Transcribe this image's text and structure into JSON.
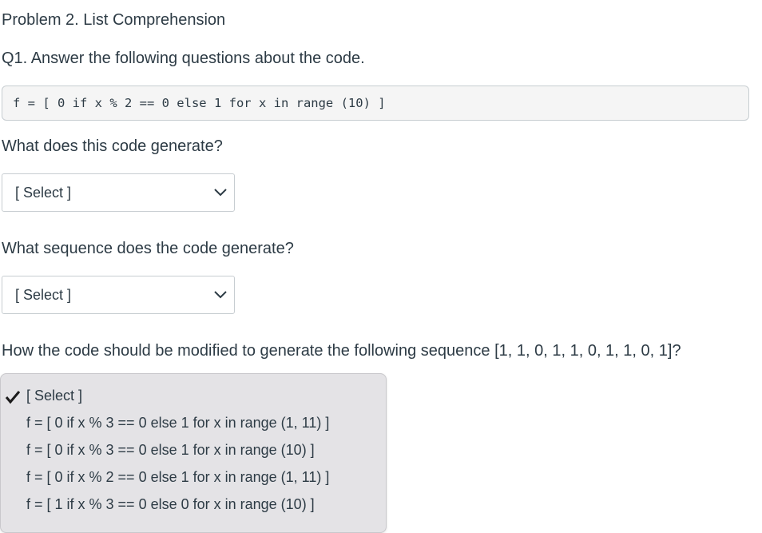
{
  "problem_title": "Problem 2. List Comprehension",
  "q1_text": "Q1. Answer the following questions about the code.",
  "code": "f = [ 0 if x % 2 == 0 else 1 for x in range (10) ]",
  "questions": [
    {
      "text": "What does this code generate?",
      "selected": "[ Select ]"
    },
    {
      "text": "What sequence does the code generate?",
      "selected": "[ Select ]"
    },
    {
      "text": "How the code should be modified to generate the following sequence [1, 1, 0, 1, 1, 0, 1, 1, 0, 1]?"
    }
  ],
  "dropdown_menu": {
    "options": [
      "[ Select ]",
      "f = [ 0 if x % 3 == 0 else 1 for x in range (1, 11) ]",
      "f = [ 0 if x % 3 == 0 else 1 for x in range (10) ]",
      "f = [ 0 if x % 2 == 0 else 1 for x in range (1, 11) ]",
      "f = [ 1 if x % 3 == 0 else 0 for x in range (10) ]"
    ],
    "checked_option": "[ Select ]"
  },
  "icons": {
    "select_arrow": "chevron-down-icon",
    "check": "checkmark-icon"
  }
}
